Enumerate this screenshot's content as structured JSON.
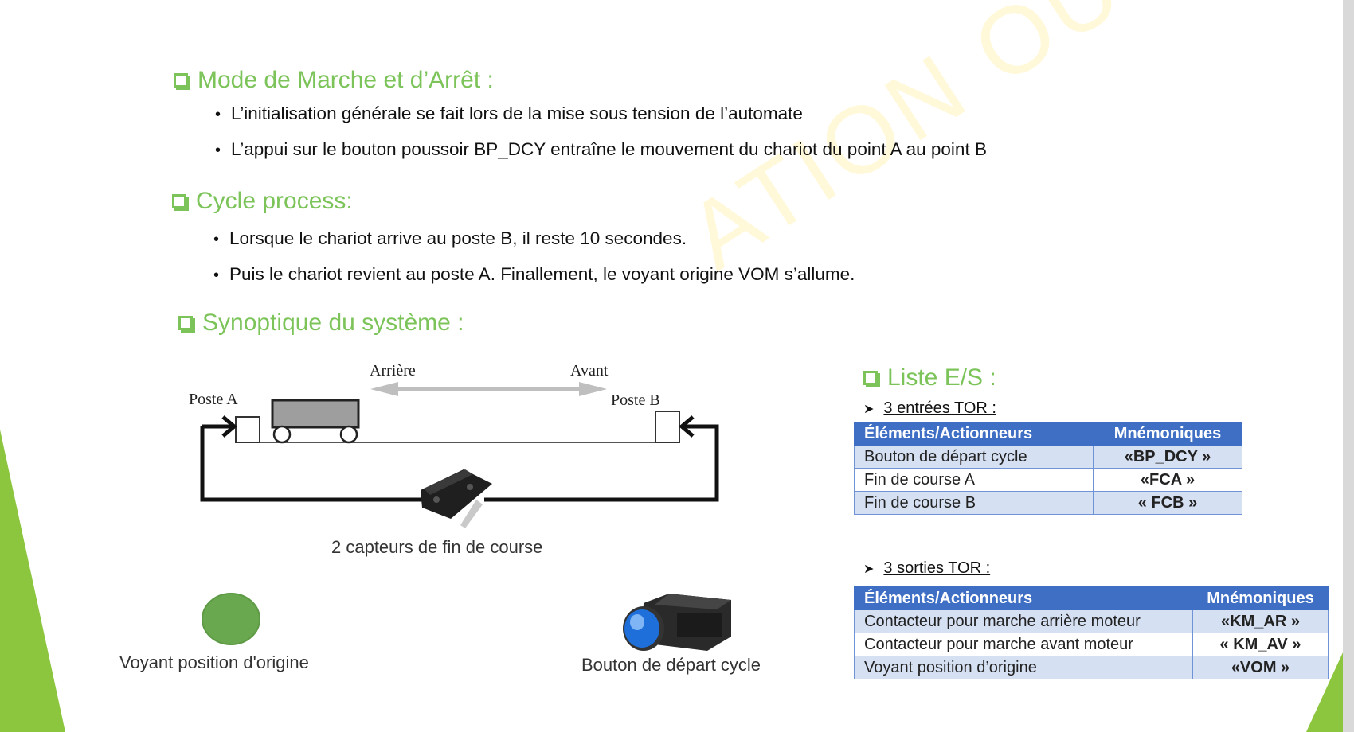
{
  "colors": {
    "accent_green": "#7cc45a",
    "table_header_blue": "#3f6fc4",
    "table_row_tint": "#d6e0f3",
    "lamp_green": "#6aa84f"
  },
  "watermark": "ATION OUEST",
  "sections": {
    "mode": {
      "title": "Mode de Marche et d’Arrêt :",
      "bullets": [
        "L’initialisation générale se fait lors de la mise sous tension de l’automate",
        "L’appui sur le bouton poussoir BP_DCY entraîne le mouvement du chariot du point A au point B"
      ]
    },
    "cycle": {
      "title": "Cycle process:",
      "bullets": [
        "Lorsque le chariot arrive au poste B, il reste 10 secondes.",
        "Puis le chariot revient au poste A. Finallement, le voyant origine VOM s’allume."
      ]
    },
    "synoptique": {
      "title": "Synoptique du système :",
      "labels": {
        "arriere": "Arrière",
        "avant": "Avant",
        "poste_a": "Poste A",
        "poste_b": "Poste B"
      },
      "captions": {
        "capteurs": "2 capteurs de fin de course",
        "voyant": "Voyant position d'origine",
        "bouton": "Bouton de départ cycle"
      }
    },
    "liste": {
      "title": "Liste E/S :",
      "inputs_title": "3 entrées TOR :",
      "outputs_title": "3 sorties TOR :",
      "headers": {
        "element": "Éléments/Actionneurs",
        "mnemo": "Mnémoniques"
      },
      "inputs": [
        {
          "element": "Bouton de départ cycle",
          "mnemo": "«BP_DCY »"
        },
        {
          "element": "Fin de course A",
          "mnemo": "«FCA »"
        },
        {
          "element": "Fin de course B",
          "mnemo": "« FCB »"
        }
      ],
      "outputs": [
        {
          "element": "Contacteur pour marche arrière moteur",
          "mnemo": "«KM_AR »"
        },
        {
          "element": "Contacteur pour marche avant moteur",
          "mnemo": "« KM_AV »"
        },
        {
          "element": "Voyant position d’origine",
          "mnemo": "«VOM »"
        }
      ]
    }
  }
}
